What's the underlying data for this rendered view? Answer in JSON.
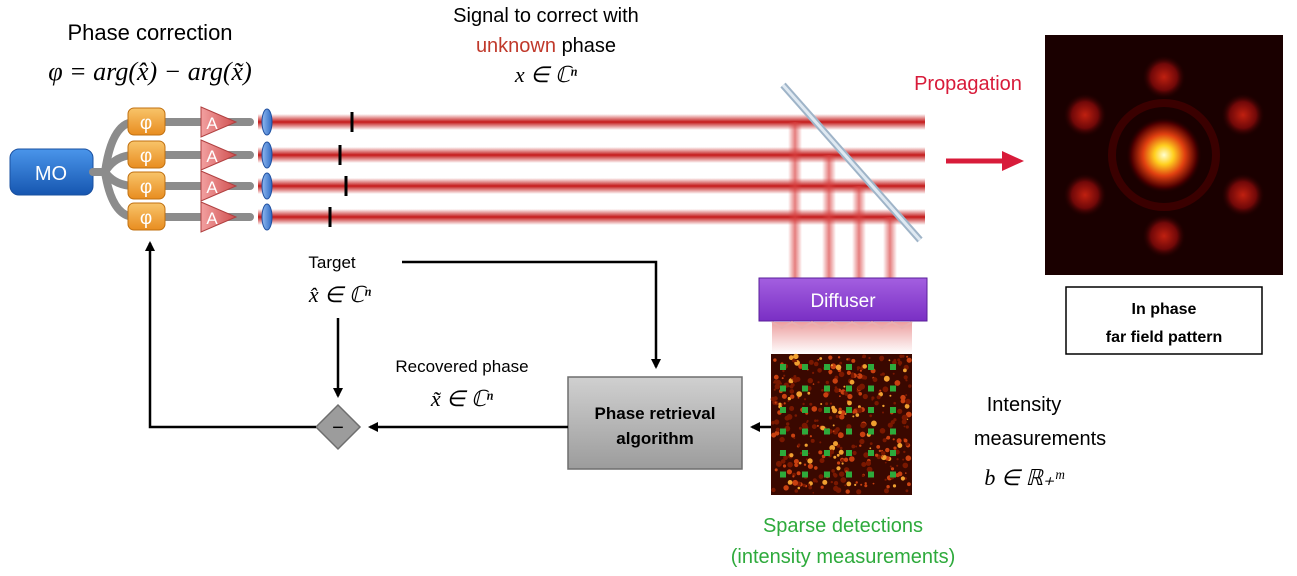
{
  "labels": {
    "phase_correction_title": "Phase correction",
    "phase_correction_formula": "φ = arg(x̂) − arg(x̃)",
    "signal_line1": "Signal to correct with",
    "signal_unknown": "unknown",
    "signal_phase": "phase",
    "signal_formula": "x ∈ ℂⁿ",
    "propagation": "Propagation",
    "mo": "MO",
    "phi_symbol": "φ",
    "amp_symbol": "A",
    "target": "Target",
    "target_formula": "x̂ ∈ ℂⁿ",
    "recovered_phase": "Recovered phase",
    "recovered_formula": "x̃ ∈ ℂⁿ",
    "diffuser": "Diffuser",
    "phase_retrieval_line1": "Phase retrieval",
    "phase_retrieval_line2": "algorithm",
    "minus": "−",
    "intensity_line1": "Intensity",
    "intensity_line2": "measurements",
    "intensity_formula": "b ∈ ℝ₊ᵐ",
    "sparse_line1": "Sparse detections",
    "sparse_line2": "(intensity measurements)",
    "far_field_line1": "In phase",
    "far_field_line2": "far field pattern"
  },
  "colors": {
    "mo_blue": "#1f6fd1",
    "phase_orange": "#f0a040",
    "amp_red": "#e07070",
    "beam_red": "#c41a1a",
    "unknown_red": "#c0392b",
    "propagation_red": "#d81b3a",
    "diffuser_purple": "#8a3fd1",
    "sparse_green": "#2eaa3c",
    "algo_gray": "#b0b0b0"
  },
  "icons": {
    "propagation_arrow": "right-arrow-icon",
    "subtract_node": "minus-diamond-icon",
    "lens": "lens-icon",
    "mirror": "beam-splitter-icon"
  }
}
